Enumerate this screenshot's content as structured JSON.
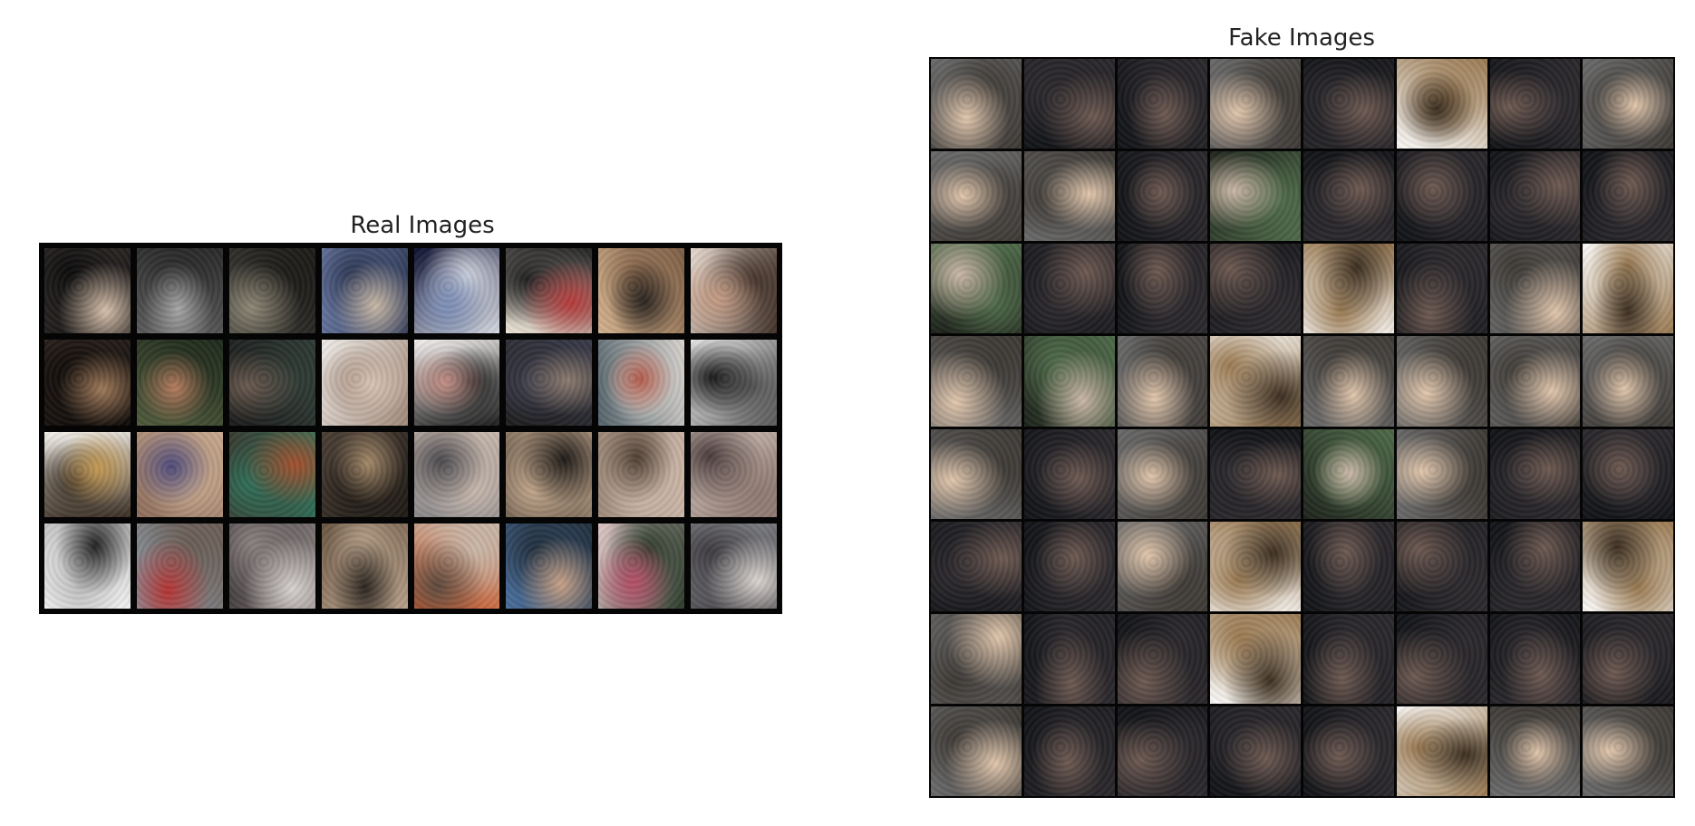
{
  "real_panel": {
    "title": "Real Images",
    "rows": 4,
    "cols": 8,
    "palettes": [
      [
        "#3a3330",
        "#d9c2ad",
        "#0d0d0d"
      ],
      [
        "#5b5b5b",
        "#a7a7a7",
        "#2a2a2a"
      ],
      [
        "#3c3a35",
        "#8e8876",
        "#1d1c19"
      ],
      [
        "#6e7da8",
        "#c9b9a6",
        "#2c3652"
      ],
      [
        "#0c1030",
        "#7c8fb8",
        "#d8dbe4"
      ],
      [
        "#efe6d8",
        "#b63a3a",
        "#222222"
      ],
      [
        "#d3b28d",
        "#2a2420",
        "#7d5e45"
      ],
      [
        "#eadbd0",
        "#c49c84",
        "#403028"
      ],
      [
        "#2b211c",
        "#a07a5a",
        "#0e0b09"
      ],
      [
        "#4f5a3c",
        "#b77e60",
        "#1f2a1c"
      ],
      [
        "#1b1b1b",
        "#6a5a4f",
        "#2f3b35"
      ],
      [
        "#f0ece8",
        "#d8c3b6",
        "#a08878"
      ],
      [
        "#f5f2f0",
        "#c38f86",
        "#1d1d1d"
      ],
      [
        "#1e1e1e",
        "#8c7b6f",
        "#3a3b4a"
      ],
      [
        "#53636b",
        "#b05a4a",
        "#d9d4cf"
      ],
      [
        "#e8e6e6",
        "#1a1a1a",
        "#5a5a5a"
      ],
      [
        "#f3f0ea",
        "#c59a54",
        "#3a2e22"
      ],
      [
        "#8e6e5d",
        "#4e4a7a",
        "#c8aa8f"
      ],
      [
        "#3a3a30",
        "#a4502e",
        "#2f6e58"
      ],
      [
        "#4b4036",
        "#a58a6b",
        "#1f1a15"
      ],
      [
        "#8c8a8c",
        "#4c4a4e",
        "#c8b8ad"
      ],
      [
        "#5a4d40",
        "#1f1b18",
        "#c1a68c"
      ],
      [
        "#9c8878",
        "#4f3f33",
        "#cbb7a8"
      ],
      [
        "#d5c6bd",
        "#4a3b3b",
        "#8f7a72"
      ],
      [
        "#f7f7f7",
        "#222222",
        "#bdbdbd"
      ],
      [
        "#8b97a3",
        "#b53434",
        "#6b5e56"
      ],
      [
        "#3a3535",
        "#d8d3d0",
        "#8a8080"
      ],
      [
        "#6a5744",
        "#2b2520",
        "#b7a089"
      ],
      [
        "#c9582c",
        "#5c4a3e",
        "#c9b7a8"
      ],
      [
        "#4a6f9c",
        "#c8a287",
        "#222f3d"
      ],
      [
        "#e2c9c9",
        "#b74f68",
        "#2a3a2a"
      ],
      [
        "#8b8e94",
        "#dcd6d2",
        "#3f3c40"
      ]
    ]
  },
  "fake_panel": {
    "title": "Fake Images",
    "rows": 8,
    "cols": 8,
    "palette_key": "LDDLDWDL LLDMDDDD MDDDWDLW LMLWLLLL LDLDMLDD DDLWDDDW LDDWDDDD LDDDDWLL",
    "palettes": {
      "W": [
        "#fbfaf8",
        "#3b2e20",
        "#9a7a52"
      ],
      "L": [
        "#6a6a6a",
        "#e2c7ad",
        "#3e3a36"
      ],
      "D": [
        "#121418",
        "#6e5a52",
        "#2d2a2e"
      ],
      "M": [
        "#1e241c",
        "#cbb8a8",
        "#4f6a4a"
      ]
    }
  }
}
